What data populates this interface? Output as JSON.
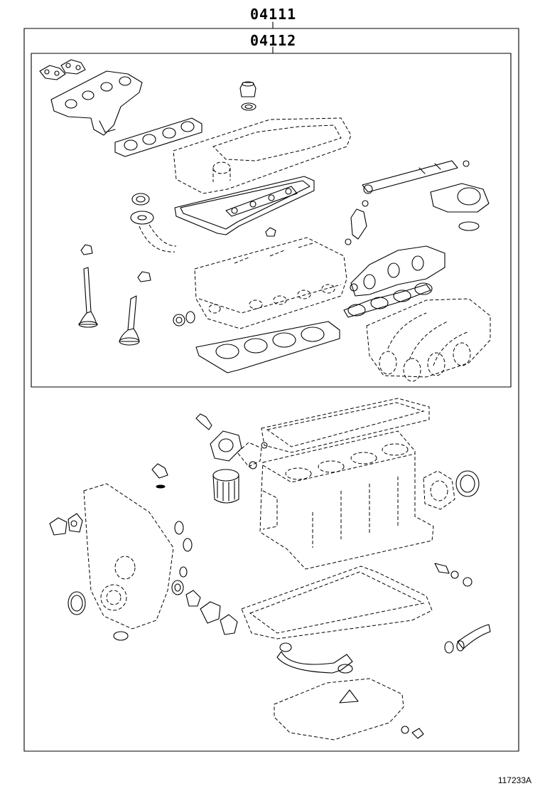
{
  "kits": {
    "outer_part_number": "04111",
    "inner_part_number": "04112"
  },
  "figure_id": "117233A"
}
